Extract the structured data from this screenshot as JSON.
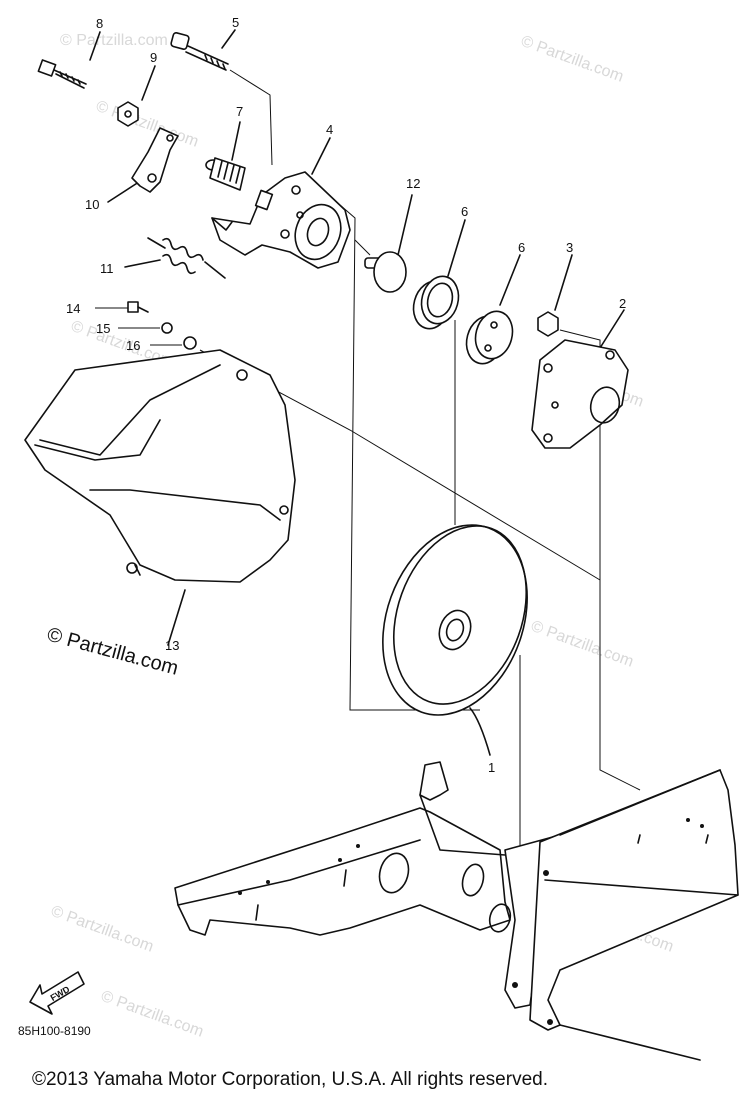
{
  "watermarks": {
    "small": "© Partzilla.com",
    "large": "© Partzilla.com"
  },
  "callouts": [
    "1",
    "2",
    "3",
    "4",
    "5",
    "6",
    "6",
    "7",
    "8",
    "9",
    "10",
    "11",
    "12",
    "13",
    "14",
    "15",
    "16"
  ],
  "fwd_label": "FWD",
  "diagram_code": "85H100-8190",
  "copyright": "©2013  Yamaha Motor Corporation, U.S.A. All rights reserved."
}
